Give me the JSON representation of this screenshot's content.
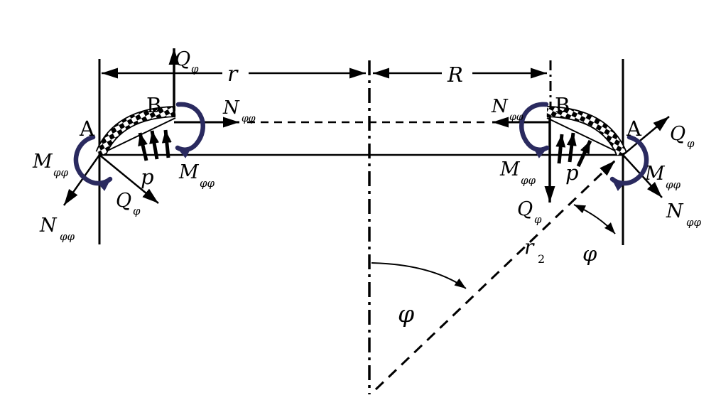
{
  "figure": {
    "background": "#ffffff",
    "ink_color": "#000000",
    "moment_arrow_color": "#2a2a5f",
    "points": {
      "a": "A",
      "b": "B"
    },
    "forces": {
      "shear_base": "Q",
      "shear_sub": "φ",
      "membrane_base": "N",
      "membrane_sub": "φφ",
      "moment_base": "M",
      "moment_sub": "φφ",
      "pressure": "p"
    },
    "dimensions": {
      "inner_radius": "r",
      "outer_radius": "R",
      "meridian_radius_base": "r",
      "meridian_radius_sub": "2",
      "angle": "φ"
    }
  }
}
